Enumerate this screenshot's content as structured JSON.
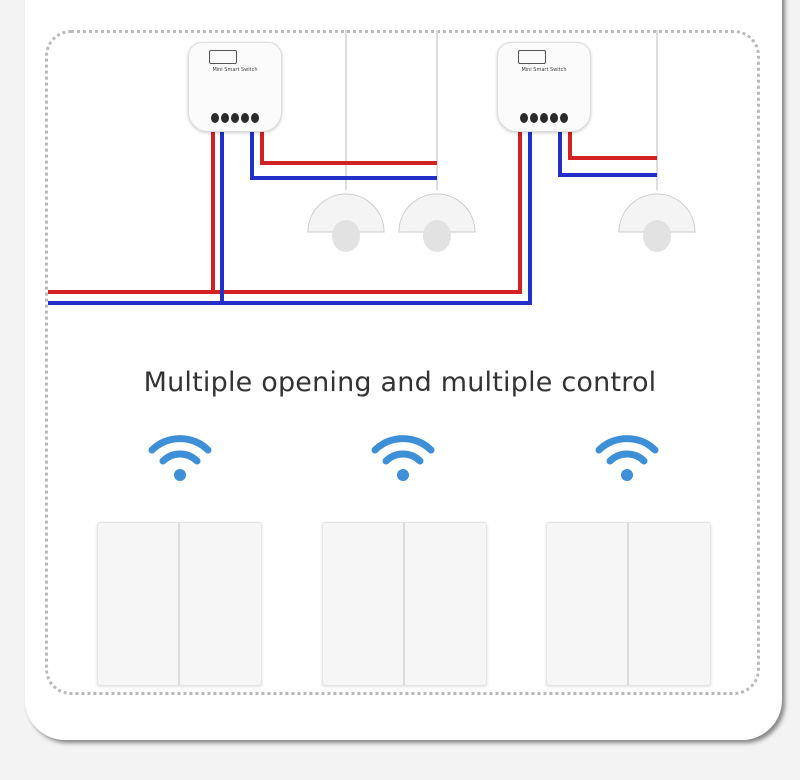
{
  "heading": "Multiple opening and multiple control",
  "modules": [
    {
      "label": "Mini Smart Switch"
    },
    {
      "label": "Mini Smart Switch"
    }
  ],
  "wall_switches": [
    {
      "gangs": 2,
      "icon": "wifi-icon"
    },
    {
      "gangs": 2,
      "icon": "wifi-icon"
    },
    {
      "gangs": 2,
      "icon": "wifi-icon"
    }
  ],
  "colors": {
    "live_wire": "#d32020",
    "neutral_wire": "#2030c8",
    "wifi": "#3d8fd8",
    "background": "#f3f3f3"
  }
}
